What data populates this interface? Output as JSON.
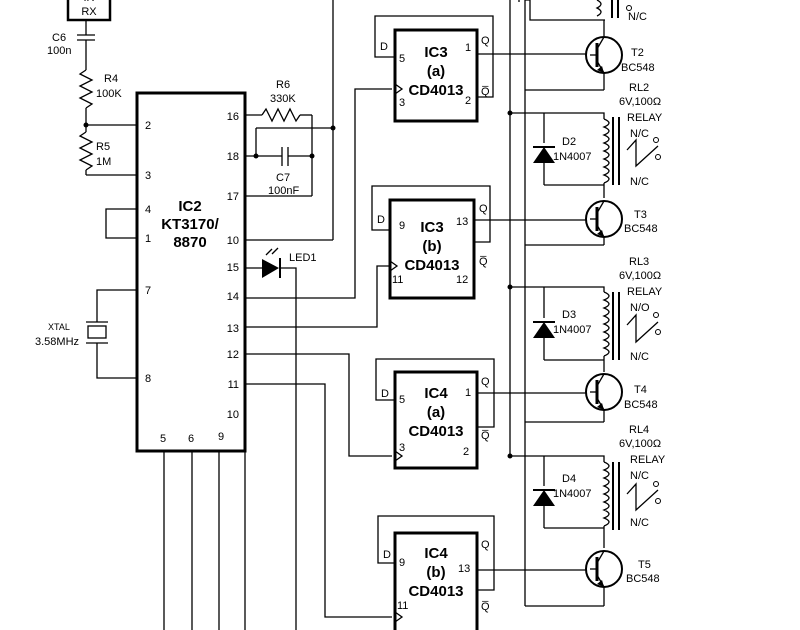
{
  "components": {
    "rx": {
      "line1": "IR",
      "line2": "RX"
    },
    "c6": {
      "name": "C6",
      "value": "100n"
    },
    "r4": {
      "name": "R4",
      "value": "100K"
    },
    "r5": {
      "name": "R5",
      "value": "1M"
    },
    "r6": {
      "name": "R6",
      "value": "330K"
    },
    "c7": {
      "name": "C7",
      "value": "100nF"
    },
    "xtal": {
      "name": "XTAL",
      "value": "3.58MHz"
    },
    "led": {
      "name": "LED1"
    },
    "ic2": {
      "line1": "IC2",
      "line2": "KT3170/",
      "line3": "8870",
      "pins_left": [
        "2",
        "3",
        "4",
        "1",
        "7",
        "8"
      ],
      "pins_right": [
        "16",
        "18",
        "17",
        "10",
        "15",
        "14",
        "13",
        "12",
        "11",
        "10"
      ],
      "pins_bottom": [
        "5",
        "6",
        "9"
      ]
    },
    "ic3a": {
      "line1": "IC3",
      "line2": "(a)",
      "line3": "CD4013",
      "pin_d": "D",
      "pin_q": "Q",
      "pin_qb": "Q̅",
      "p5": "5",
      "p3": "3",
      "p1": "1",
      "p2": "2"
    },
    "ic3b": {
      "line1": "IC3",
      "line2": "(b)",
      "line3": "CD4013",
      "pin_d": "D",
      "pin_q": "Q",
      "pin_qb": "Q̅",
      "p9": "9",
      "p11": "11",
      "p13": "13",
      "p12": "12"
    },
    "ic4a": {
      "line1": "IC4",
      "line2": "(a)",
      "line3": "CD4013",
      "pin_d": "D",
      "pin_q": "Q",
      "pin_qb": "Q̅",
      "p5": "5",
      "p3": "3",
      "p1": "1",
      "p2": "2"
    },
    "ic4b": {
      "line1": "IC4",
      "line2": "(b)",
      "line3": "CD4013",
      "pin_d": "D",
      "pin_q": "Q",
      "pin_qb": "Q̅",
      "p9": "9",
      "p11": "11",
      "p13": "13"
    },
    "t2": {
      "name": "T2",
      "type": "BC548"
    },
    "t3": {
      "name": "T3",
      "type": "BC548"
    },
    "t4": {
      "name": "T4",
      "type": "BC548"
    },
    "t5": {
      "name": "T5",
      "type": "BC548"
    },
    "d2": {
      "name": "D2",
      "type": "1N4007"
    },
    "d3": {
      "name": "D3",
      "type": "1N4007"
    },
    "d4": {
      "name": "D4",
      "type": "1N4007"
    },
    "rl1": {
      "nc": "N/C"
    },
    "rl2": {
      "name": "RL2",
      "rating": "6V,100Ω",
      "kind": "RELAY",
      "no": "N/C",
      "nc": "N/C"
    },
    "rl3": {
      "name": "RL3",
      "rating": "6V,100Ω",
      "kind": "RELAY",
      "no": "N/O",
      "nc": "N/C"
    },
    "rl4": {
      "name": "RL4",
      "rating": "6V,100Ω",
      "kind": "RELAY",
      "no": "N/C",
      "nc": "N/C"
    }
  }
}
